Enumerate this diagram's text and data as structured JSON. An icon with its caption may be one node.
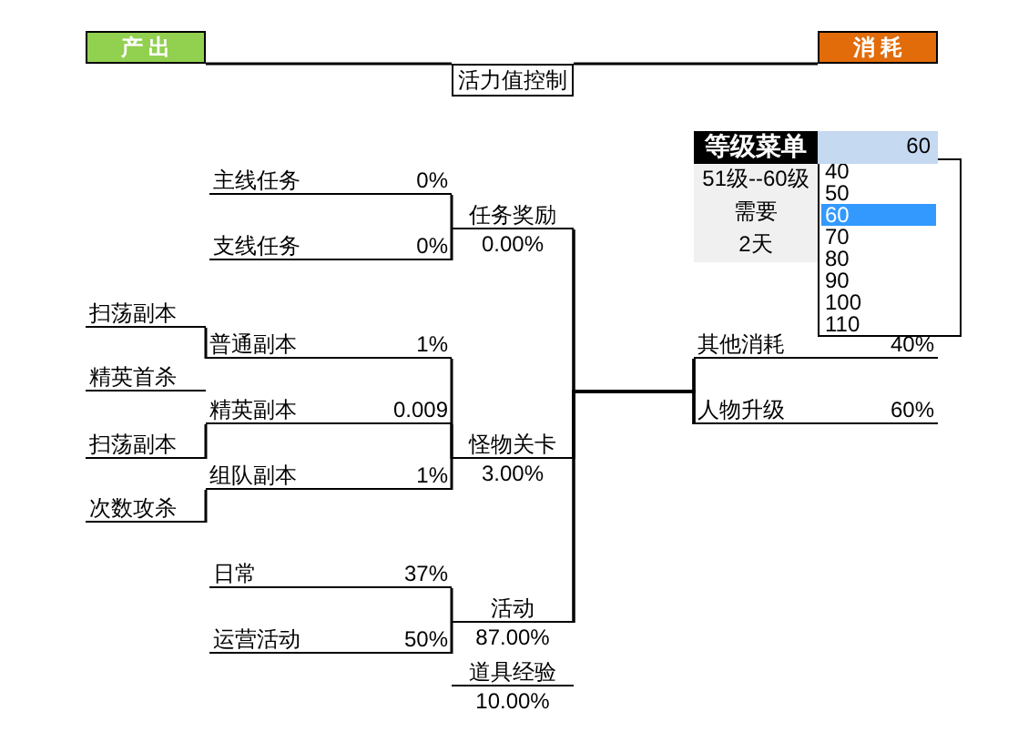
{
  "diagram": {
    "nodes": [
      {
        "text": [
          "产 出"
        ]
      },
      {
        "text": [
          "消 耗"
        ]
      },
      {
        "text": [
          "活力值控制"
        ]
      },
      {
        "text": [
          "主线任务",
          "0%"
        ]
      },
      {
        "text": [
          "任务奖励"
        ],
        "beside": [
          "0.00%"
        ]
      },
      {
        "text": [
          "支线任务",
          "0%"
        ]
      },
      {
        "text": [
          "其他消耗",
          "40%"
        ]
      },
      {
        "text": [
          "扫荡副本"
        ]
      },
      {
        "text": [
          "普通副本",
          "1%"
        ]
      },
      {
        "text": [
          "精英首杀"
        ]
      },
      {
        "text": [
          "人物升级",
          "60%"
        ]
      },
      {
        "text": [
          "精英副本",
          "0.009"
        ]
      },
      {
        "text": [
          "扫荡副本"
        ]
      },
      {
        "text": [
          "怪物关卡"
        ],
        "beside": [
          "3.00%"
        ]
      },
      {
        "text": [
          "组队副本",
          "1%"
        ]
      },
      {
        "text": [
          "次数攻杀"
        ]
      },
      {
        "text": [
          "日常",
          "37%"
        ]
      },
      {
        "text": [
          "活动"
        ],
        "beside": [
          "87.00%"
        ]
      },
      {
        "text": [
          "运营活动",
          "50%"
        ]
      },
      {
        "text": [
          "道具经验"
        ],
        "beside": [
          "10.00%"
        ]
      }
    ],
    "edges": [
      {
        "from": 0,
        "to": 2,
        "arrow": "none"
      },
      {
        "from": 2,
        "to": 1,
        "arrow": "none"
      },
      {
        "from": 3,
        "to": 4,
        "arrow": "none"
      },
      {
        "from": 5,
        "to": 4,
        "arrow": "none"
      },
      {
        "from": 7,
        "to": 8,
        "arrow": "none"
      },
      {
        "from": 12,
        "to": 11,
        "arrow": "none"
      },
      {
        "from": 15,
        "to": 14,
        "arrow": "none"
      },
      {
        "from": 8,
        "to": 13,
        "arrow": "none"
      },
      {
        "from": 11,
        "to": 13,
        "arrow": "none"
      },
      {
        "from": 14,
        "to": 13,
        "arrow": "none"
      },
      {
        "from": 16,
        "to": 17,
        "arrow": "none"
      },
      {
        "from": 18,
        "to": 17,
        "arrow": "none"
      },
      {
        "from": 4,
        "to": 6,
        "arrow": "none"
      },
      {
        "from": 4,
        "to": 10,
        "arrow": "none"
      },
      {
        "from": 13,
        "to": 6,
        "arrow": "none"
      },
      {
        "from": 13,
        "to": 10,
        "arrow": "none"
      },
      {
        "from": 17,
        "to": 6,
        "arrow": "none"
      },
      {
        "from": 17,
        "to": 10,
        "arrow": "none"
      }
    ],
    "labels": [
      "等级菜单",
      "60",
      "51级--60级",
      "需要",
      "2天",
      "40",
      "50",
      "60",
      "70",
      "80",
      "90",
      "100",
      "110"
    ]
  }
}
